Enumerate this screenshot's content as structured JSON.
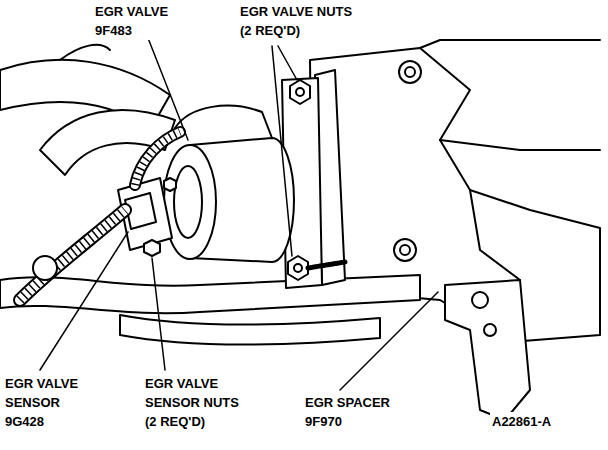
{
  "diagram": {
    "labels": [
      "EGR VALVE 9F483",
      "EGR VALVE NUTS (2 REQ'D)",
      "EGR VALVE SENSOR 9G428",
      "EGR VALVE SENSOR NUTS (2 REQ'D)",
      "EGR SPACER 9F970",
      "A22861-A"
    ]
  }
}
